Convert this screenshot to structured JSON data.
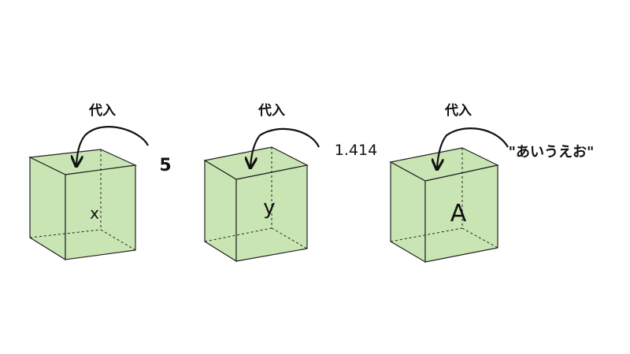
{
  "colors": {
    "box_fill": "#c9e5b4",
    "box_stroke": "#222222",
    "ink": "#111111"
  },
  "boxes": [
    {
      "variable": "x",
      "value": "5",
      "arrow_label": "代入"
    },
    {
      "variable": "y",
      "value": "1.414",
      "arrow_label": "代入"
    },
    {
      "variable": "A",
      "value": "\"あいうえお\"",
      "arrow_label": "代入"
    }
  ]
}
